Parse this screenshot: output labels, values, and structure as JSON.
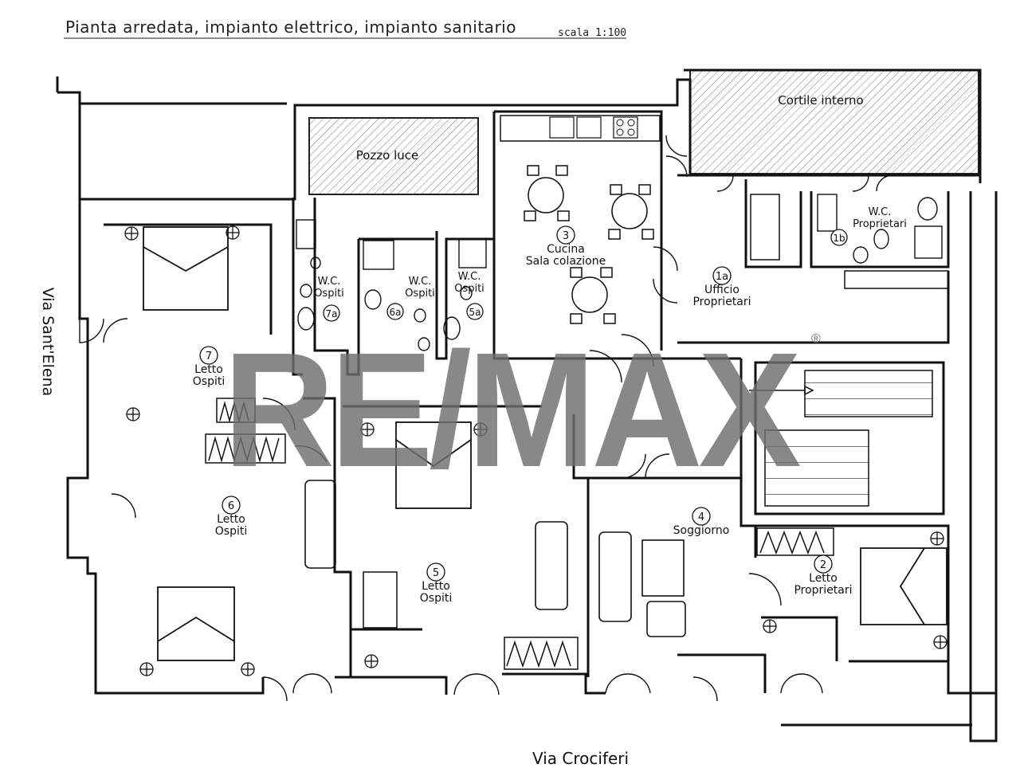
{
  "header": {
    "title": "Pianta arredata, impianto elettrico, impianto sanitario",
    "scale": "scala 1:100"
  },
  "streets": {
    "west": "Via Sant'Elena",
    "south": "Via Crociferi"
  },
  "watermark": {
    "text": "RE/MAX",
    "registered": "®"
  },
  "areas": {
    "pozzo_luce": "Pozzo luce",
    "cortile": "Cortile interno"
  },
  "rooms": [
    {
      "id": "room-3",
      "number": "3",
      "lines": [
        "Cucina",
        "Sala colazione"
      ]
    },
    {
      "id": "room-1a",
      "number": "1a",
      "lines": [
        "Ufficio",
        "Proprietari"
      ]
    },
    {
      "id": "room-1b",
      "number": "1b",
      "lines": [
        "W.C.",
        "Proprietari"
      ]
    },
    {
      "id": "room-7",
      "number": "7",
      "lines": [
        "Letto",
        "Ospiti"
      ]
    },
    {
      "id": "room-7a",
      "number": "7a",
      "lines": [
        "W.C.",
        "Ospiti"
      ]
    },
    {
      "id": "room-6a",
      "number": "6a",
      "lines": [
        "W.C.",
        "Ospiti"
      ]
    },
    {
      "id": "room-5a",
      "number": "5a",
      "lines": [
        "W.C.",
        "Ospiti"
      ]
    },
    {
      "id": "room-6",
      "number": "6",
      "lines": [
        "Letto",
        "Ospiti"
      ]
    },
    {
      "id": "room-5",
      "number": "5",
      "lines": [
        "Letto",
        "Ospiti"
      ]
    },
    {
      "id": "room-4",
      "number": "4",
      "lines": [
        "Soggiorno"
      ]
    },
    {
      "id": "room-2",
      "number": "2",
      "lines": [
        "Letto",
        "Proprietari"
      ]
    }
  ]
}
